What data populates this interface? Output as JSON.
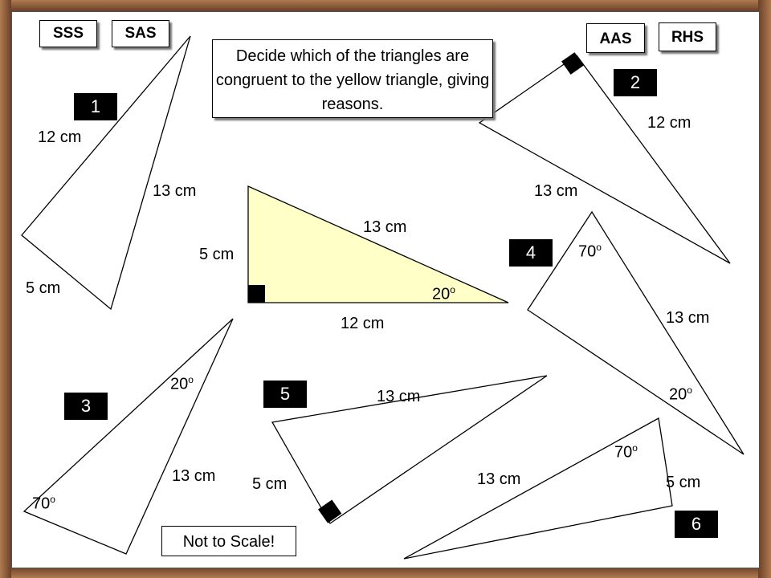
{
  "rules": {
    "sss": "SSS",
    "sas": "SAS",
    "aas": "AAS",
    "rhs": "RHS"
  },
  "instruction": "Decide which of the triangles are congruent to the yellow triangle, giving reasons.",
  "note": "Not to Scale!",
  "numbers": {
    "n1": "1",
    "n2": "2",
    "n3": "3",
    "n4": "4",
    "n5": "5",
    "n6": "6"
  },
  "labels": {
    "t1_a": "12 cm",
    "t1_b": "13 cm",
    "t1_c": "5 cm",
    "t2_a": "12 cm",
    "t2_b": "13 cm",
    "y_hyp": "13 cm",
    "y_short": "5 cm",
    "y_base": "12 cm",
    "y_angle": "20",
    "t3_top": "20",
    "t3_side": "13 cm",
    "t3_bottom": "70",
    "t4_top": "70",
    "t4_side": "13 cm",
    "t4_bottom": "20",
    "t5_top": "13 cm",
    "t5_side": "5 cm",
    "t5_bottom": "13 cm",
    "t6_top": "70",
    "t6_side": "5 cm",
    "deg": "o"
  },
  "colors": {
    "yellow_fill": "#ffffc8",
    "badge": "#000000"
  }
}
